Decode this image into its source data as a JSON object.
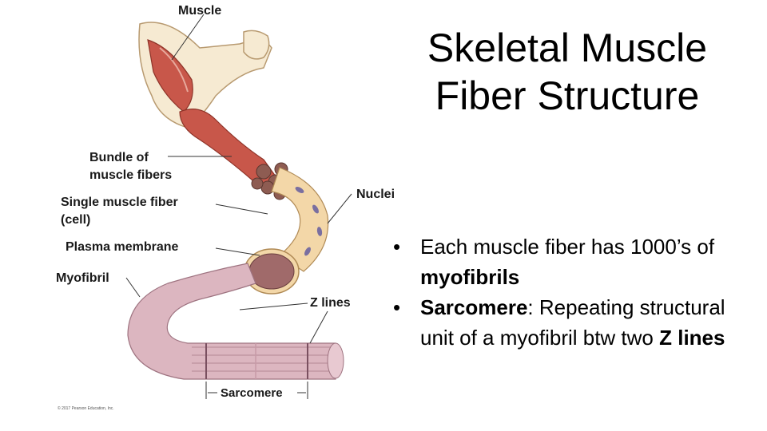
{
  "title": {
    "line1": "Skeletal Muscle",
    "line2": "Fiber Structure"
  },
  "diagram": {
    "labels": {
      "muscle": "Muscle",
      "bundle_line1": "Bundle of",
      "bundle_line2": "muscle fibers",
      "single_fiber_line1": "Single muscle fiber",
      "single_fiber_line2": "(cell)",
      "plasma_membrane": "Plasma membrane",
      "myofibril": "Myofibril",
      "nuclei": "Nuclei",
      "z_lines": "Z lines",
      "sarcomere": "Sarcomere"
    },
    "copyright": "© 2017 Pearson Education, Inc.",
    "colors": {
      "muscle": "#c8574a",
      "fiber": "#f3d7a8",
      "myofibril": "#dcb6c0",
      "nucleus": "#7a6fa0"
    }
  },
  "bullets": [
    {
      "parts": [
        {
          "text": "Each muscle fiber has 1000’s of ",
          "bold": false
        },
        {
          "text": "myofibrils",
          "bold": true
        }
      ]
    },
    {
      "parts": [
        {
          "text": "Sarcomere",
          "bold": true
        },
        {
          "text": ":  Repeating structural unit of a myofibril btw two ",
          "bold": false
        },
        {
          "text": "Z lines",
          "bold": true
        }
      ]
    }
  ],
  "bullet_symbol": "•"
}
